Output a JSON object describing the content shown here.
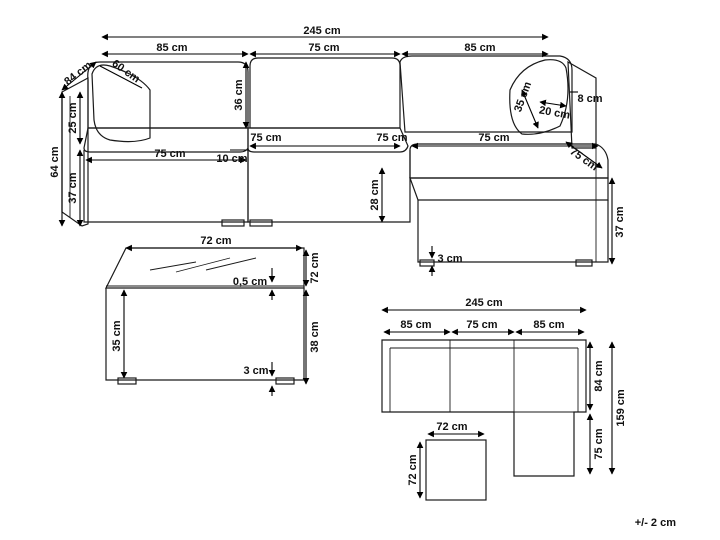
{
  "labels": {
    "total_width": "245 cm",
    "left_module_width": "85 cm",
    "middle_module_width": "75 cm",
    "right_module_width": "85 cm",
    "depth": "84 cm",
    "cushion_back_width": "60 cm",
    "back_cushion_height": "36 cm",
    "back_height": "25 cm",
    "total_height": "64 cm",
    "seat_height": "37 cm",
    "seat_width_left": "75 cm",
    "armrest_width": "10 cm",
    "seat_width_mid_left": "75 cm",
    "seat_width_mid_right": "75 cm",
    "pillow_height": "35 cm",
    "pillow_width": "20 cm",
    "pillow_thickness": "8 cm",
    "ottoman_width": "75 cm",
    "ottoman_depth": "75 cm",
    "ottoman_cushion_height": "28 cm",
    "ottoman_height": "37 cm",
    "ottoman_leg": "3 cm",
    "table_width": "72 cm",
    "table_depth": "72 cm",
    "glass_thickness": "0,5 cm",
    "table_body_height": "35 cm",
    "table_height": "38 cm",
    "table_leg": "3 cm",
    "plan_total_width": "245 cm",
    "plan_left": "85 cm",
    "plan_middle": "75 cm",
    "plan_right": "85 cm",
    "plan_depth": "84 cm",
    "plan_total_depth": "159 cm",
    "plan_ottoman_depth": "75 cm",
    "plan_table_width": "72 cm",
    "plan_table_depth": "72 cm",
    "tolerance": "+/- 2 cm"
  }
}
